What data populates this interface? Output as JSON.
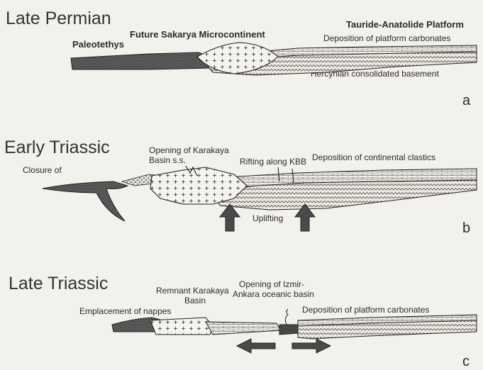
{
  "panels": [
    {
      "title": "Late Permian",
      "letter": "a",
      "labels": {
        "paleotethys": "Paleotethys",
        "sakarya": "Future Sakarya Microcontinent",
        "tauride": "Tauride-Anatolide Platform",
        "deposition": "Deposition of platform carbonates",
        "hercynian": "Hercynian consolidated basement"
      }
    },
    {
      "title": "Early Triassic",
      "letter": "b",
      "labels": {
        "closure": "Closure of",
        "karakaya_1": "Opening of Karakaya",
        "karakaya_2": "Basin s.s.",
        "rifting": "Rifting along KBB",
        "clastics": "Deposition of continental clastics",
        "uplifting": "Uplifting"
      }
    },
    {
      "title": "Late Triassic",
      "letter": "c",
      "labels": {
        "nappes": "Emplacement of nappes",
        "remnant_1": "Remnant Karakaya",
        "remnant_2": "Basin",
        "izmir_1": "Opening of Izmir-",
        "izmir_2": "Ankara oceanic basin",
        "carbonates": "Deposition of platform carbonates"
      }
    }
  ],
  "colors": {
    "background": "#f3f1ec",
    "ink": "#2a2a2a",
    "dark_fill": "#555555"
  }
}
